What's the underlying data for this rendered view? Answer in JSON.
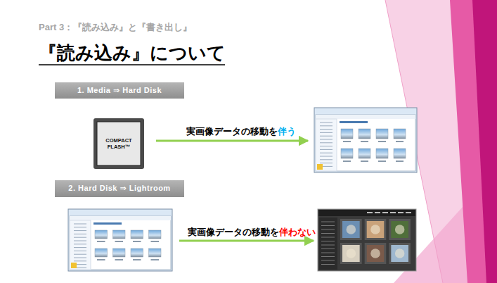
{
  "diagram": {
    "title": "『読み込み』について",
    "nodes": [
      {
        "text": [
          "1. Media ⇒ Hard Disk"
        ]
      },
      {
        "text": [
          "COMPACT FLASH™"
        ]
      },
      {
        "text": [
          "2. Hard Disk ⇒ Lightroom"
        ]
      }
    ],
    "labels": [
      "Part 3：『読み込み』と『書き出し』",
      "実画像データの移動を",
      "伴う",
      "実画像データの移動を",
      "伴わない"
    ]
  }
}
